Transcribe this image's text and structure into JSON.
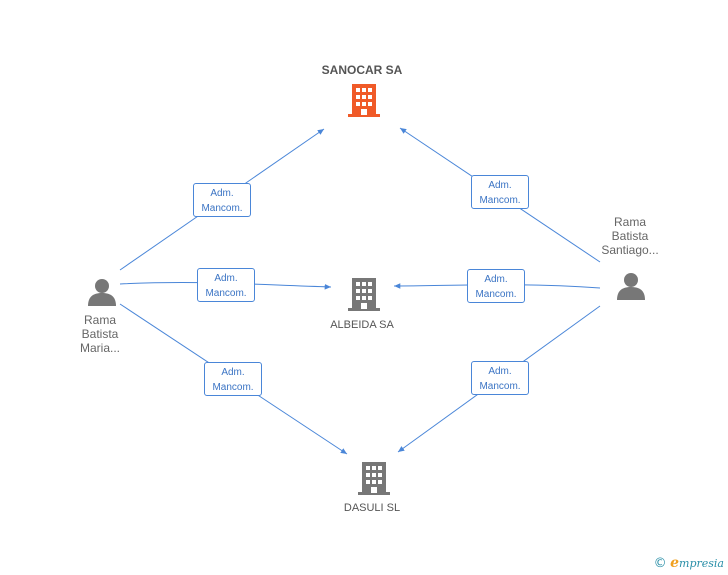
{
  "companies": {
    "sanocar": {
      "name": "SANOCAR SA",
      "color": "#f05a28"
    },
    "albeida": {
      "name": "ALBEIDA SA",
      "color": "#777777"
    },
    "dasuli": {
      "name": "DASULI  SL",
      "color": "#777777"
    }
  },
  "persons": {
    "left": {
      "line1": "Rama",
      "line2": "Batista",
      "line3": "Maria..."
    },
    "right": {
      "line1": "Rama",
      "line2": "Batista",
      "line3": "Santiago..."
    }
  },
  "roles": {
    "label_line1": "Adm.",
    "label_line2": "Mancom."
  },
  "colors": {
    "edge": "#4a86d8",
    "person": "#777777"
  },
  "brand": {
    "copyright": "©",
    "e": "e",
    "name": "mpresia"
  }
}
